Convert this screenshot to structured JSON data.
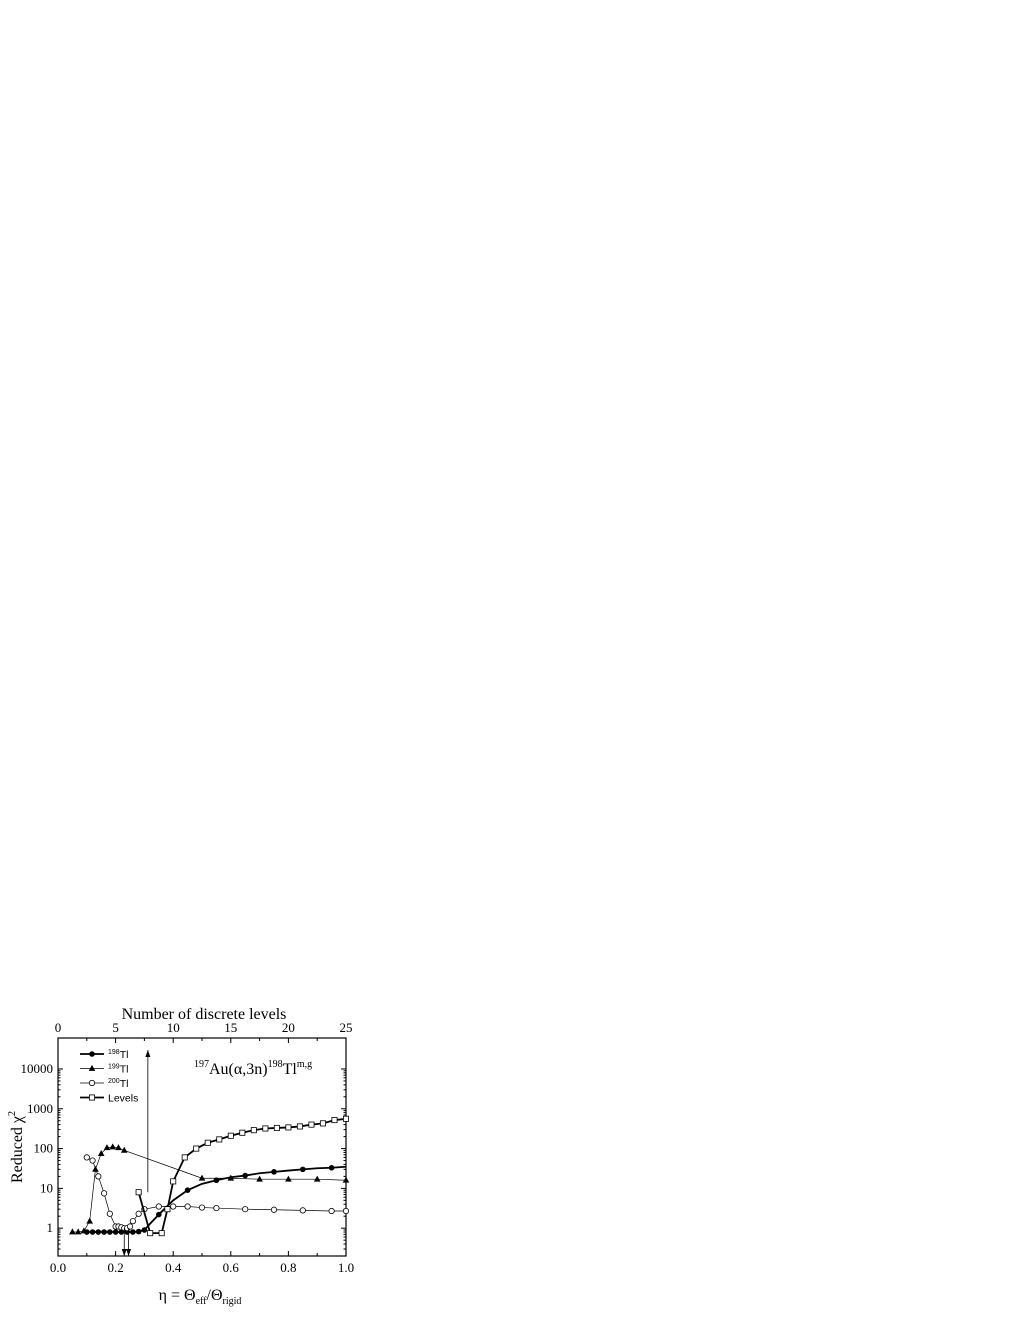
{
  "chart_data": {
    "type": "line",
    "title": "",
    "annotation": {
      "a_mass": "197",
      "a_sym": "Au(",
      "alpha": "α",
      "rest": ",3n)",
      "b_mass": "198",
      "b_sym": "Tl",
      "b_state": "m,g"
    },
    "xlabel": {
      "eta": "η",
      "eq": " = ",
      "theta": "Θ",
      "eff": "eff",
      "slash": "/",
      "rigid": "rigid"
    },
    "ylabel": {
      "text": "Reduced ",
      "chi": "χ",
      "sq": "2"
    },
    "top_xlabel": "Number of discrete levels",
    "xlim": [
      0.0,
      1.0
    ],
    "ylim": [
      0.2,
      60000
    ],
    "yscale": "log",
    "top_xlim": [
      0,
      25
    ],
    "x_ticks": [
      "0.0",
      "0.2",
      "0.4",
      "0.6",
      "0.8",
      "1.0"
    ],
    "top_x_ticks": [
      "0",
      "5",
      "10",
      "15",
      "20",
      "25"
    ],
    "y_ticks": [
      "1",
      "10",
      "100",
      "1000",
      "10000"
    ],
    "legend_position": "top-left",
    "series": [
      {
        "name_sup": "198",
        "name_sym": "Tl",
        "marker": "filled-circle",
        "line": "thick",
        "axis": "bottom",
        "x": [
          0.1,
          0.12,
          0.14,
          0.16,
          0.18,
          0.2,
          0.22,
          0.24,
          0.26,
          0.28,
          0.3,
          0.32,
          0.35,
          0.4,
          0.45,
          0.5,
          0.55,
          0.6,
          0.65,
          0.7,
          0.75,
          0.8,
          0.85,
          0.9,
          0.95,
          1.0
        ],
        "y": [
          0.8,
          0.8,
          0.8,
          0.8,
          0.8,
          0.8,
          0.8,
          0.8,
          0.8,
          0.82,
          0.9,
          1.3,
          2.2,
          5,
          9,
          13,
          16,
          19,
          21,
          24,
          26,
          28,
          30,
          32,
          33,
          35
        ],
        "marker_idx": [
          0,
          1,
          2,
          3,
          4,
          5,
          6,
          7,
          8,
          9,
          10,
          11,
          12,
          13,
          14,
          15,
          16,
          17,
          18,
          19,
          20,
          21,
          22,
          23,
          24,
          25
        ],
        "markers_all": false,
        "marker_x": [
          0.1,
          0.12,
          0.14,
          0.16,
          0.18,
          0.2,
          0.22,
          0.24,
          0.26,
          0.28,
          0.3,
          0.35,
          0.45,
          0.55,
          0.65,
          0.75,
          0.85,
          0.95
        ]
      },
      {
        "name_sup": "199",
        "name_sym": "Tl",
        "marker": "filled-triangle",
        "line": "thin",
        "axis": "bottom",
        "x": [
          0.05,
          0.07,
          0.09,
          0.11,
          0.13,
          0.15,
          0.17,
          0.19,
          0.21,
          0.23,
          0.5,
          0.6,
          0.7,
          0.8,
          0.9,
          1.0
        ],
        "y": [
          0.8,
          0.8,
          0.85,
          1.5,
          30,
          75,
          105,
          110,
          105,
          90,
          18,
          18,
          17,
          17,
          17,
          16
        ]
      },
      {
        "name_sup": "200",
        "name_sym": "Tl",
        "marker": "open-circle",
        "line": "thin",
        "axis": "bottom",
        "x": [
          0.1,
          0.12,
          0.14,
          0.16,
          0.18,
          0.2,
          0.21,
          0.22,
          0.23,
          0.24,
          0.25,
          0.26,
          0.28,
          0.3,
          0.35,
          0.4,
          0.45,
          0.5,
          0.55,
          0.65,
          0.75,
          0.85,
          0.95,
          1.0
        ],
        "y": [
          60,
          50,
          20,
          7.5,
          2.3,
          1.1,
          1.1,
          1.05,
          1.0,
          1.0,
          1.1,
          1.5,
          2.3,
          3.0,
          3.5,
          3.5,
          3.5,
          3.3,
          3.2,
          3.0,
          2.9,
          2.8,
          2.7,
          2.7
        ]
      },
      {
        "name": "Levels",
        "marker": "open-square",
        "line": "thick",
        "axis": "top",
        "x": [
          7,
          8,
          9,
          9.5,
          10,
          11,
          12,
          13,
          14,
          15,
          16,
          17,
          18,
          19,
          20,
          21,
          22,
          23,
          24,
          25
        ],
        "y": [
          8,
          0.75,
          0.75,
          3,
          15,
          60,
          100,
          140,
          170,
          210,
          250,
          290,
          320,
          330,
          340,
          360,
          400,
          430,
          520,
          560
        ]
      }
    ],
    "arrows": [
      {
        "x_top": 7.8,
        "from_y": 8,
        "to_y": 30000,
        "dir": "up"
      },
      {
        "x": 0.23,
        "from_y": 1.0,
        "to_y": 0.2,
        "dir": "down"
      },
      {
        "x": 0.245,
        "from_y": 1.0,
        "to_y": 0.2,
        "dir": "down"
      }
    ]
  }
}
